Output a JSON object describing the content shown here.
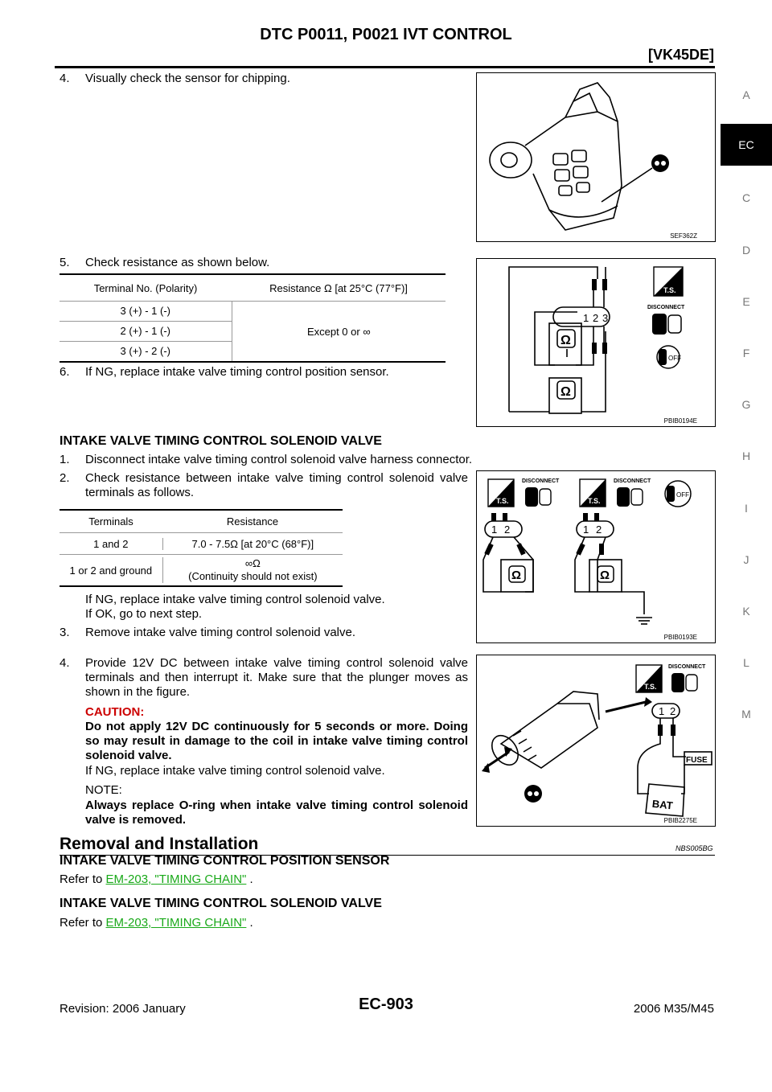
{
  "header": {
    "title": "DTC P0011, P0021 IVT CONTROL",
    "subtitle": "[VK45DE]"
  },
  "side_tabs": [
    "A",
    "EC",
    "C",
    "D",
    "E",
    "F",
    "G",
    "H",
    "I",
    "J",
    "K",
    "L",
    "M"
  ],
  "active_tab": "EC",
  "sensor_steps": {
    "s4": {
      "num": "4.",
      "text": "Visually check the sensor for chipping."
    },
    "s5": {
      "num": "5.",
      "text": "Check resistance as shown below."
    },
    "s6": {
      "num": "6.",
      "text": "If NG, replace intake valve timing control position sensor."
    }
  },
  "table1": {
    "headers": [
      "Terminal No. (Polarity)",
      "Resistance Ω [at 25°C (77°F)]"
    ],
    "rows": [
      "3 (+) - 1 (-)",
      "2 (+) - 1 (-)",
      "3 (+) - 2 (-)"
    ],
    "value": "Except 0 or ∞"
  },
  "solenoid": {
    "heading": "INTAKE VALVE TIMING CONTROL SOLENOID VALVE",
    "s1": {
      "num": "1.",
      "text": "Disconnect intake valve timing control solenoid valve harness connector."
    },
    "s2": {
      "num": "2.",
      "text": "Check resistance between intake valve timing control solenoid valve terminals as follows."
    },
    "ng1": "If NG, replace intake valve timing control solenoid valve.",
    "ok1": "If OK, go to next step.",
    "s3": {
      "num": "3.",
      "text": "Remove intake valve timing control solenoid valve."
    },
    "s4": {
      "num": "4.",
      "text": "Provide 12V DC between intake valve timing control solenoid valve terminals and then interrupt it. Make sure that the plunger moves as shown in the figure."
    },
    "caution_label": "CAUTION:",
    "caution_text": "Do not apply 12V DC continuously for 5 seconds or more. Doing so may result in damage to the coil in intake valve timing control solenoid valve.",
    "ng2": "If NG, replace intake valve timing control solenoid valve.",
    "note_label": "NOTE:",
    "note_text": "Always replace O-ring when intake valve timing control solenoid valve is removed."
  },
  "table2": {
    "headers": [
      "Terminals",
      "Resistance"
    ],
    "rows": [
      {
        "terminal": "1 and 2",
        "value": "7.0 - 7.5Ω [at 20°C (68°F)]"
      },
      {
        "terminal": "1 or 2 and ground",
        "value": "∞Ω",
        "value2": "(Continuity should not exist)"
      }
    ]
  },
  "removal": {
    "title": "Removal and Installation",
    "code": "NBS005BG",
    "sub1": "INTAKE VALVE TIMING CONTROL POSITION SENSOR",
    "refer1_prefix": "Refer to ",
    "refer1_link": "EM-203, \"TIMING CHAIN\"",
    "refer1_suffix": " .",
    "sub2": "INTAKE VALVE TIMING CONTROL SOLENOID VALVE",
    "refer2_prefix": "Refer to ",
    "refer2_link": "EM-203, \"TIMING CHAIN\"",
    "refer2_suffix": " ."
  },
  "figures": {
    "f1": "SEF362Z",
    "f2": "PBIB0194E",
    "f3": "PBIB0193E",
    "f4": "PBIB2275E",
    "disconnect": "DISCONNECT",
    "ts": "T.S.",
    "off": "OFF",
    "fuse": "FUSE",
    "bat": "BAT",
    "ohm": "Ω",
    "pin1": "1",
    "pin2": "2",
    "pin3": "3"
  },
  "footer": {
    "revision": "Revision: 2006 January",
    "page": "EC-903",
    "model": "2006 M35/M45"
  }
}
